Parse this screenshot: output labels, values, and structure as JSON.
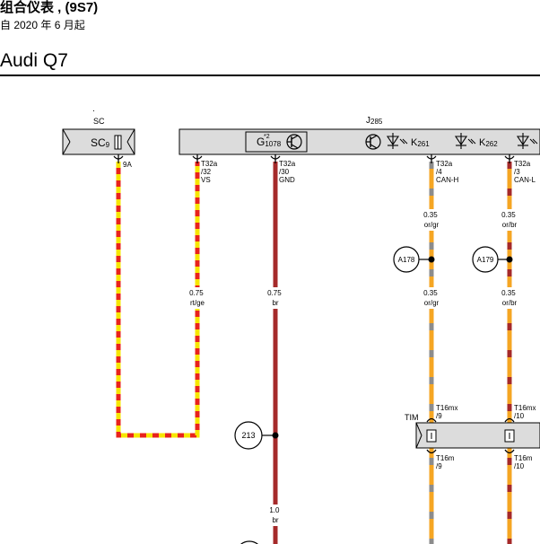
{
  "header": {
    "title": "组合仪表 , (9S7)",
    "subtitle": "自 2020 年 6 月起",
    "model": "Audi Q7"
  },
  "diagram": {
    "sc_box": {
      "top_label": "SC",
      "main": "SC",
      "sub": "9",
      "fuse": "9A"
    },
    "j285": {
      "main": "J",
      "sub": "285",
      "g_main": "G",
      "g_sub": "1078",
      "g_superscript": "*2",
      "k261_main": "K",
      "k261_sub": "261",
      "k262_main": "K",
      "k262_sub": "262"
    },
    "pins": {
      "p32": [
        "T32a",
        "/32",
        "VS"
      ],
      "p30": [
        "T32a",
        "/30",
        "GND"
      ],
      "p4": [
        "T32a",
        "/4",
        "CAN-H"
      ],
      "p3": [
        "T32a",
        "/3",
        "CAN-L"
      ]
    },
    "wires": {
      "w1": [
        "0.75",
        "rt/ge"
      ],
      "w2": [
        "0.75",
        "br"
      ],
      "w3": [
        "1.0",
        "br"
      ],
      "w4a": [
        "0.35",
        "or/gr"
      ],
      "w4b": [
        "0.35",
        "or/gr"
      ],
      "w5a": [
        "0.35",
        "or/br"
      ],
      "w5b": [
        "0.35",
        "or/br"
      ]
    },
    "nodes": {
      "a178": "A178",
      "a179": "A179",
      "n213": "213"
    },
    "tim": {
      "label": "TIM",
      "top_left": [
        "T16mx",
        "/9"
      ],
      "top_right": [
        "T16mx",
        "/10"
      ],
      "bottom_left": [
        "T16m",
        "/9"
      ],
      "bottom_right": [
        "T16m",
        "/10"
      ]
    },
    "colors": {
      "red": "#e8231c",
      "yellow": "#f7e600",
      "brown": "#a52a2a",
      "orange": "#f5a623",
      "gray": "#8c8c8c",
      "box": "#dcdcdc"
    }
  }
}
